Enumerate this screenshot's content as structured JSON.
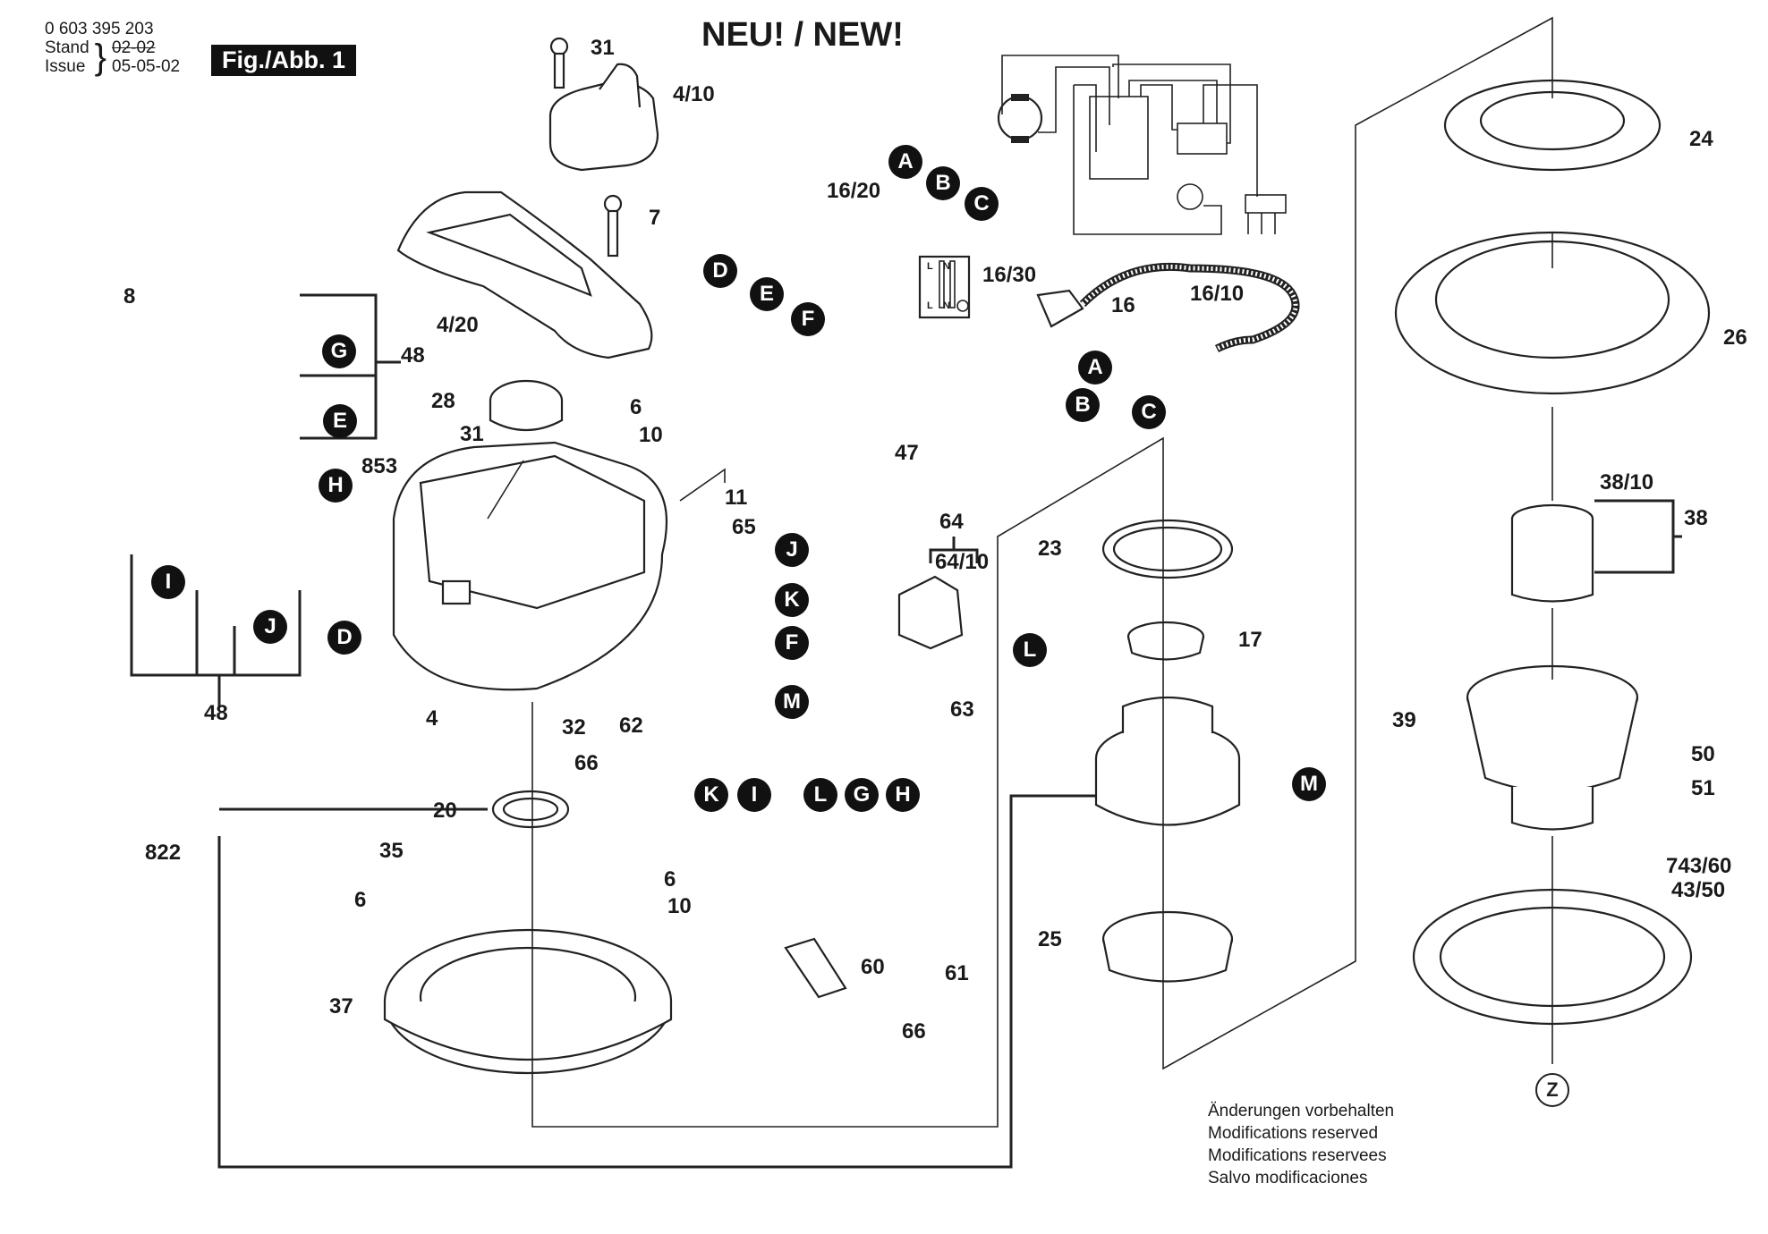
{
  "header": {
    "part_number": "0 603 395 203",
    "stand_label": "Stand",
    "issue_label": "Issue",
    "old_date": "02-02",
    "issue_date": "05-05-02",
    "figure_label": "Fig./Abb. 1",
    "banner": "NEU! / NEW!"
  },
  "part_labels": {
    "p31a": "31",
    "p4_10": "4/10",
    "p7": "7",
    "p4_20": "4/20",
    "p8": "8",
    "p48a": "48",
    "p28": "28",
    "p6a": "6",
    "p10a": "10",
    "p31b": "31",
    "p853": "853",
    "p11": "11",
    "p65": "65",
    "p47": "47",
    "p16_20": "16/20",
    "p16_30": "16/30",
    "p16": "16",
    "p16_10": "16/10",
    "p64": "64",
    "p64_10": "64/10",
    "p63": "63",
    "p62": "62",
    "p66a": "66",
    "p32": "32",
    "p4": "4",
    "p48b": "48",
    "p20": "20",
    "p822": "822",
    "p35": "35",
    "p6b": "6",
    "p6c": "6",
    "p10b": "10",
    "p37": "37",
    "p60": "60",
    "p61": "61",
    "p66b": "66",
    "p23": "23",
    "p17": "17",
    "p25": "25",
    "p24": "24",
    "p26": "26",
    "p38_10": "38/10",
    "p38": "38",
    "p39": "39",
    "p50": "50",
    "p51": "51",
    "p743_60": "743/60",
    "p43_50": "43/50"
  },
  "connector_markers": {
    "a1": "A",
    "b1": "B",
    "c1": "C",
    "d1": "D",
    "e1": "E",
    "f1": "F",
    "a2": "A",
    "b2": "B",
    "c2": "C",
    "g1": "G",
    "e2": "E",
    "h1": "H",
    "i1": "I",
    "j1": "J",
    "d2": "D",
    "j2": "J",
    "k1": "K",
    "f2": "F",
    "m1": "M",
    "k2": "K",
    "i2": "I",
    "l1": "L",
    "g2": "G",
    "h2": "H",
    "l2": "L",
    "m2": "M",
    "z": "Z"
  },
  "wiring_terminal": {
    "top": [
      "L",
      "N"
    ],
    "bottom": [
      "L",
      "N"
    ]
  },
  "notes": [
    "Änderungen vorbehalten",
    "Modifications reserved",
    "Modifications reservees",
    "Salvo modificaciones"
  ]
}
